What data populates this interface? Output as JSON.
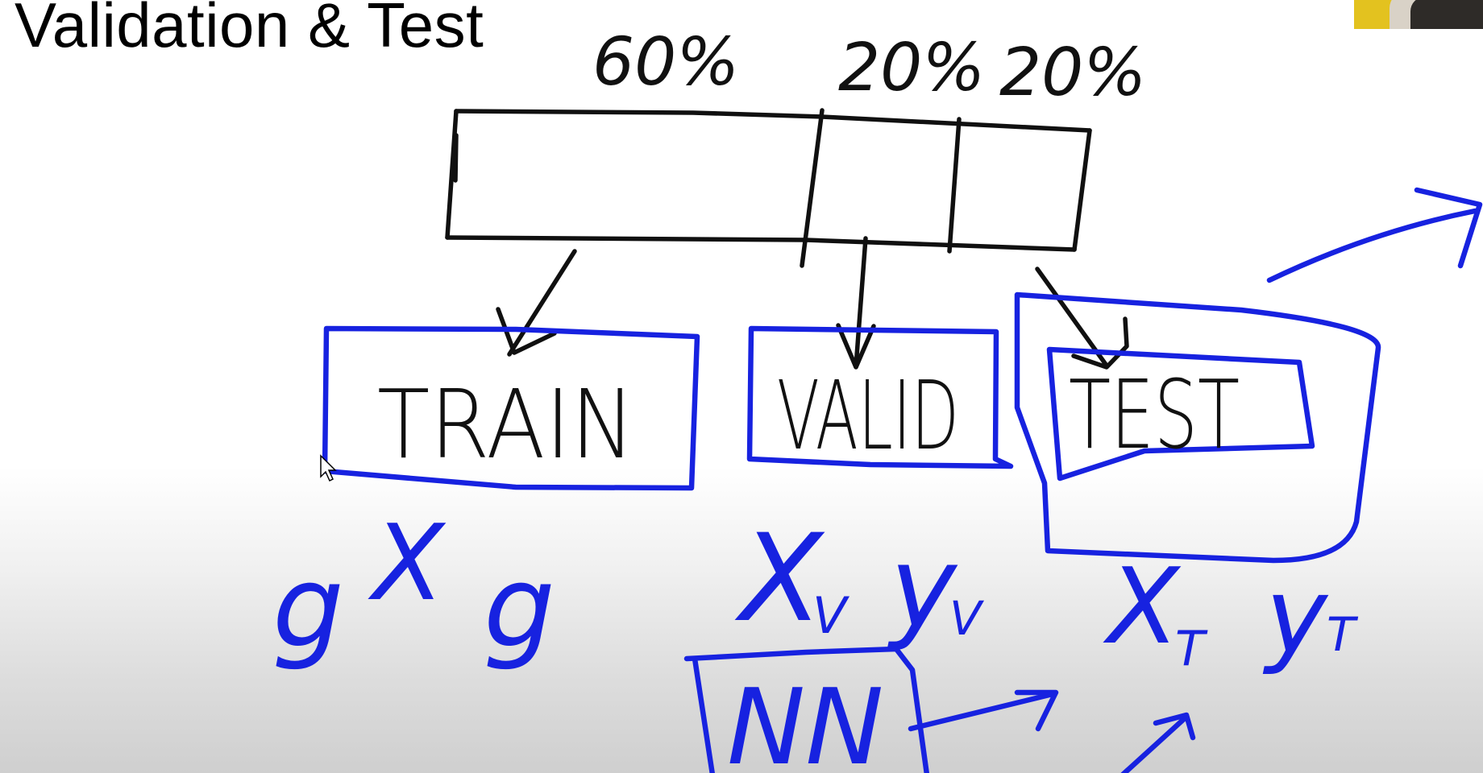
{
  "slide": {
    "title": "Validation & Test"
  },
  "split": {
    "train_pct": "60%",
    "valid_pct": "20%",
    "test_pct": "20%"
  },
  "boxes": {
    "train": "TRAIN",
    "valid": "VALID",
    "test": "TEST"
  },
  "train_vars": {
    "g": "g",
    "x": "X",
    "y": "g"
  },
  "valid_vars": {
    "x": "X",
    "x_sub": "V",
    "y": "y",
    "y_sub": "V"
  },
  "test_vars": {
    "x": "X",
    "x_sub": "T",
    "y": "y",
    "y_sub": "T"
  },
  "model": {
    "label": "NN"
  },
  "colors": {
    "ink": "#101010",
    "marker_blue": "#1722e0",
    "webcam_bg": "#e3c21f"
  }
}
